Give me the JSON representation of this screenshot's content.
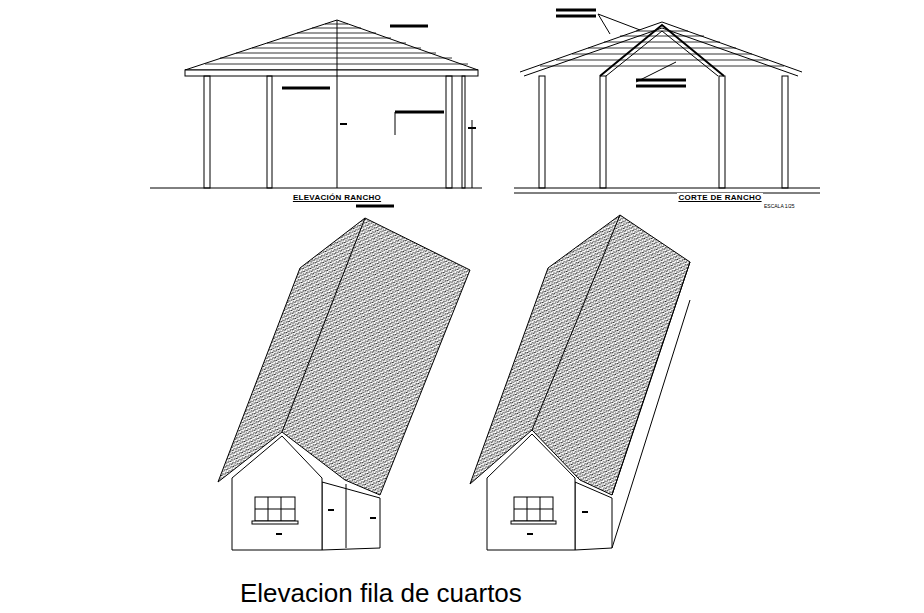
{
  "diagram": {
    "caption": "Elevacion fila de cuartos",
    "labels": [
      "ELEVACIÓN RANCHO",
      "CORTE DE RANCHO",
      "ESCALA 1/25"
    ]
  }
}
